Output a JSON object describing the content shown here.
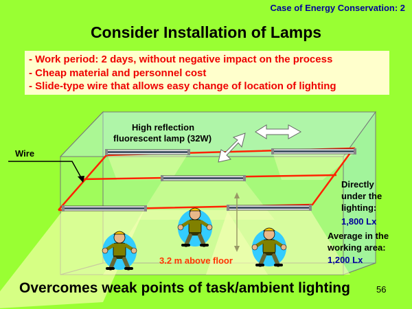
{
  "header": {
    "case_label": "Case of Energy Conservation: 2"
  },
  "title": "Consider Installation of Lamps",
  "bullets": [
    "- Work period: 2 days, without negative impact on the process",
    "- Cheap material and personnel cost",
    "- Slide-type wire that allows easy change of location of lighting"
  ],
  "diagram": {
    "lamp_label_line1": "High reflection",
    "lamp_label_line2": "fluorescent lamp (32W)",
    "wire_label": "Wire",
    "height_label": "3.2 m above floor",
    "direct_label_line1": "Directly",
    "direct_label_line2": "under the",
    "direct_label_line3": "lighting:",
    "direct_value": "1,800 Lx",
    "average_label_line1": "Average in the",
    "average_label_line2": "working area:",
    "average_value": "1,200 Lx"
  },
  "footer": {
    "text": "Overcomes weak points of task/ambient lighting",
    "page_number": "56"
  },
  "colors": {
    "background": "#99ff33",
    "title_blue": "#000099",
    "bullet_red": "#ee0000",
    "box_yellow": "#ffffcc",
    "wire_red": "#ff2200"
  },
  "icons": [
    "worker-icon",
    "double-arrow-icon",
    "diagonal-double-arrow-icon",
    "height-arrow-icon",
    "wire-pointer-arrow-icon"
  ]
}
